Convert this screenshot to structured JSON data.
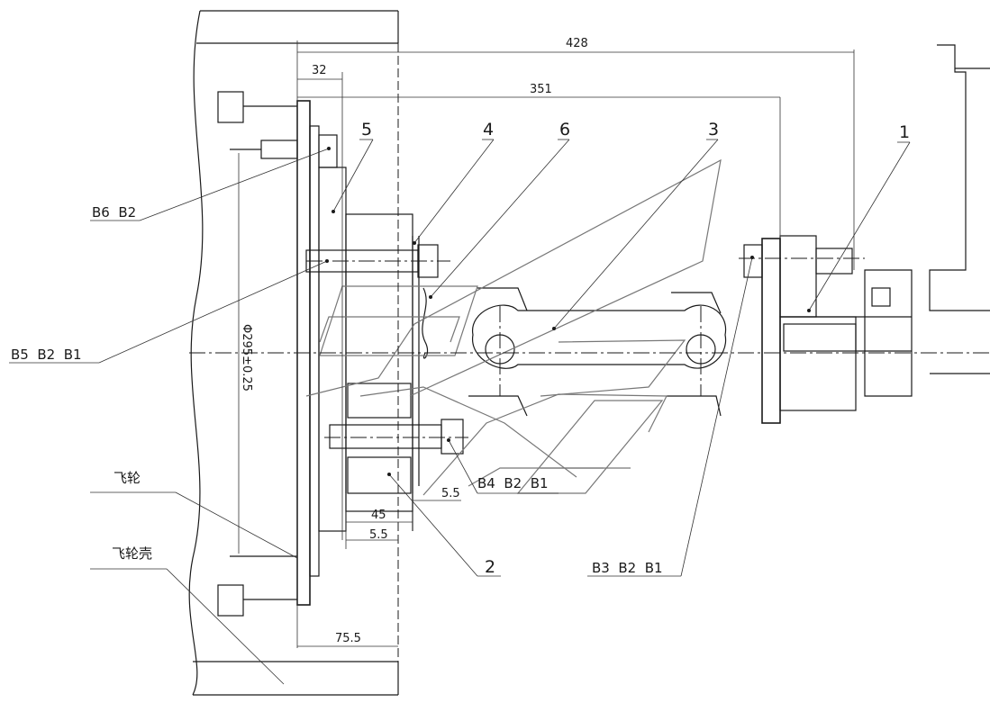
{
  "dimensions": {
    "d428": "428",
    "d351": "351",
    "d32": "32",
    "diameter": "Φ295±0.25",
    "d45": "45",
    "d5_5_a": "5.5",
    "d5_5_b": "5.5",
    "d75_5": "75.5"
  },
  "part_labels": {
    "p1": "1",
    "p2": "2",
    "p3": "3",
    "p4": "4",
    "p5": "5",
    "p6": "6"
  },
  "callouts": {
    "b6_b2": "B6  B2",
    "b5_b2_b1": "B5  B2  B1",
    "b4_b2_b1": "B4  B2  B1",
    "b3_b2_b1": "B3  B2  B1"
  },
  "annotations": {
    "flywheel": "飞轮",
    "flywheel_housing": "飞轮壳"
  }
}
